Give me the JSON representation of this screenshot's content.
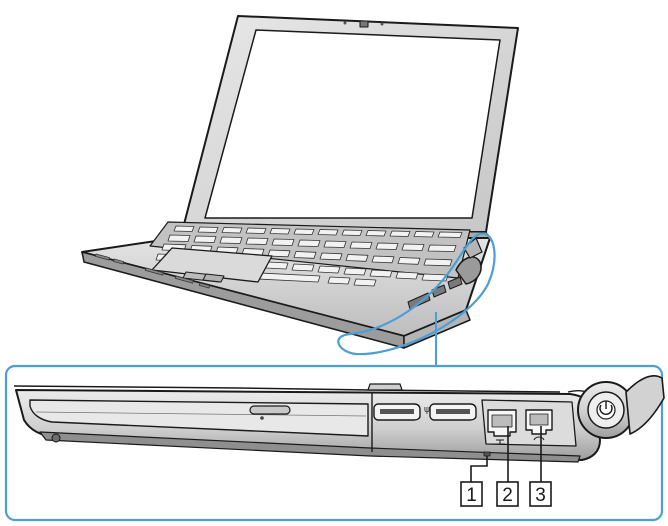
{
  "diagram": {
    "overview": "laptop-right-side-view",
    "detail": "right-side-ports-zoom"
  },
  "callouts": [
    {
      "label": "1"
    },
    {
      "label": "2"
    },
    {
      "label": "3"
    }
  ],
  "colors": {
    "accent": "#4b9fd6",
    "outline": "#1a1a1a",
    "body_fill": "#d4d4d4",
    "body_fill_light": "#e6e6e6",
    "screen_fill": "#ffffff"
  }
}
